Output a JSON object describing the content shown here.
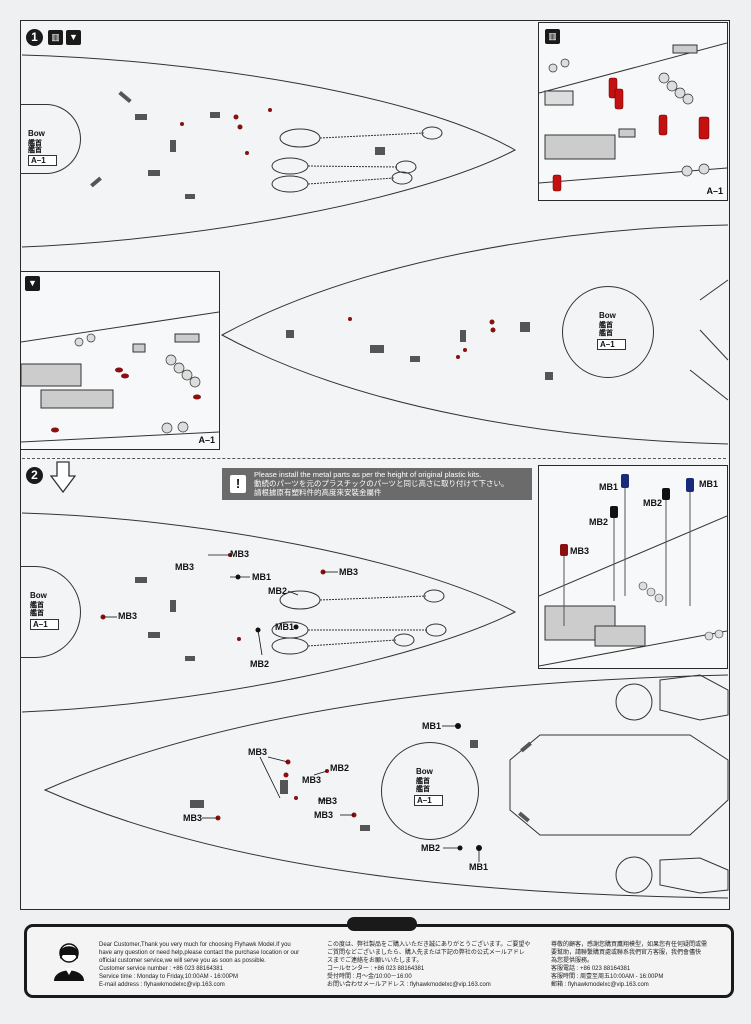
{
  "steps": {
    "step1": "1",
    "step2": "2"
  },
  "inset_labels": {
    "top_right": "A–1",
    "mid_left": "A–1"
  },
  "bow_markers": [
    {
      "line1": "Bow",
      "line2": "艦首",
      "line3": "艦首",
      "ref": "A–1"
    },
    {
      "line1": "Bow",
      "line2": "艦首",
      "line3": "艦首",
      "ref": "A–1"
    },
    {
      "line1": "Bow",
      "line2": "艦首",
      "line3": "艦首",
      "ref": "A–1"
    },
    {
      "line1": "Bow",
      "line2": "艦首",
      "line3": "艦首",
      "ref": "A–1"
    }
  ],
  "notice": {
    "en": "Please install the metal parts as per the height of original plastic kits.",
    "ja": "動続のパーツを元のプラスチックのパーツと同じ高さに取り付けて下さい。",
    "zh": "請根據原有塑料件的高度來安裝金屬件"
  },
  "part_labels": {
    "mb1": "MB1",
    "mb2": "MB2",
    "mb3": "MB3"
  },
  "footer": {
    "en_line1": "Dear Customer,Thank you very much for choosing Flyhawk Model.If you",
    "en_line2": "have any question or need help,please contact the purchase location or our",
    "en_line3": "official customer service,we will serve you as soon as possible.",
    "en_line4": "Customer service number : +86 023 88164381",
    "en_line5": "Service time : Monday to Friday,10:00AM - 16:00PM",
    "en_line6": "E-mail address : flyhawkmodelxc@vip.163.com",
    "ja_line1": "この度は、弊社製品をご購入いただき誠にありがとうございます。ご要望や",
    "ja_line2": "ご質問などございましたら、購入先または下記の弊社の公式メールアドレ",
    "ja_line3": "スまでご連絡をお願いいたします。",
    "ja_line4": "コールセンター : +86 023 88164381",
    "ja_line5": "受付時間 : 月～金/10:00－16:00",
    "ja_line6": "お問い合わせメールアドレス : flyhawkmodelxc@vip.163.com",
    "zh_line1": "尊敬的顧客，感謝您購買鷹翔模型，如果您有任何疑問或需",
    "zh_line2": "要幫助，請聯繫購買處或聯系我們官方客服，我們會儘快",
    "zh_line3": "為您提供服務。",
    "zh_line4": "客服電話 : +86 023 88164381",
    "zh_line5": "客服時間 : 周壹至周五10:00AM - 16:00PM",
    "zh_line6": "郵箱 : flyhawkmodelxc@vip.163.com"
  }
}
